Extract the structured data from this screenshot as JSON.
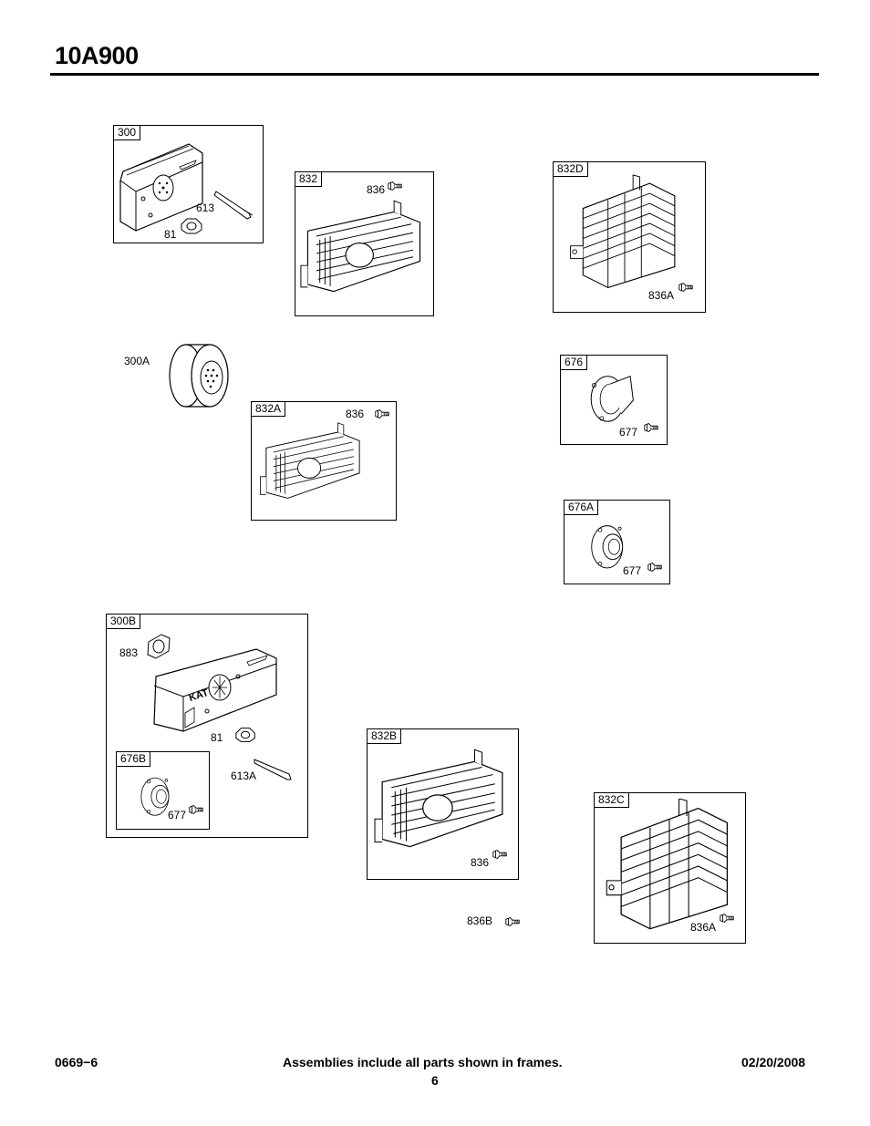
{
  "header": {
    "model": "10A900"
  },
  "frames": {
    "f300": {
      "tag": "300",
      "callouts": [
        "613",
        "81"
      ]
    },
    "f832": {
      "tag": "832",
      "callouts": [
        "836"
      ]
    },
    "f832D": {
      "tag": "832D",
      "callouts": [
        "836A"
      ]
    },
    "f832A": {
      "tag": "832A",
      "callouts": [
        "836"
      ]
    },
    "f676": {
      "tag": "676",
      "callouts": [
        "677"
      ]
    },
    "f676A": {
      "tag": "676A",
      "callouts": [
        "677"
      ]
    },
    "f300B": {
      "tag": "300B",
      "callouts": [
        "883",
        "81",
        "613A"
      ],
      "stamp": "KAT"
    },
    "f676B": {
      "tag": "676B",
      "callouts": [
        "677"
      ]
    },
    "f832B": {
      "tag": "832B",
      "callouts": [
        "836"
      ]
    },
    "f832C": {
      "tag": "832C",
      "callouts": [
        "836A"
      ]
    }
  },
  "loose_callouts": {
    "p300A": "300A",
    "p836B": "836B"
  },
  "footer": {
    "code": "0669−6",
    "note": "Assemblies include all parts shown in frames.",
    "date": "02/20/2008",
    "page": "6"
  }
}
